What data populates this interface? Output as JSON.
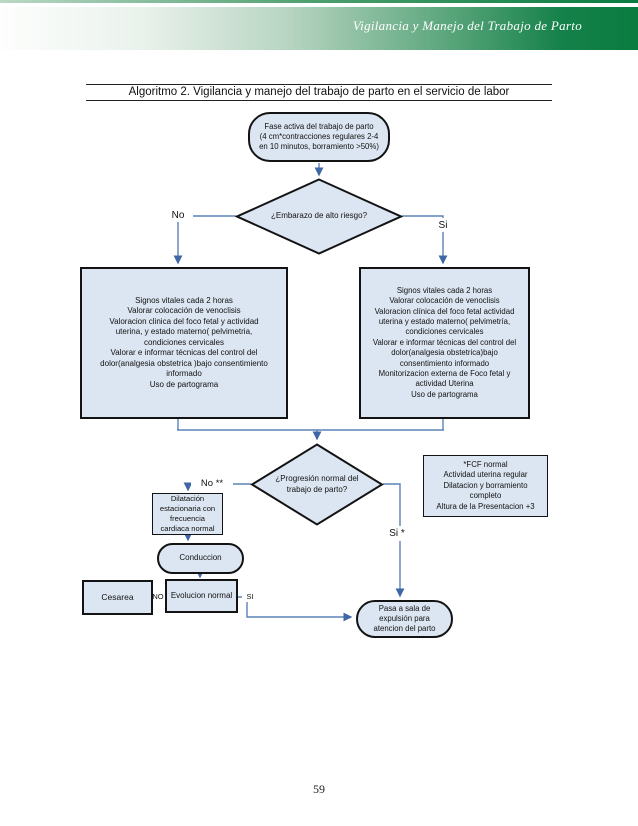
{
  "header": {
    "doc_title": "Vigilancia y Manejo del Trabajo de Parto"
  },
  "algorithm": {
    "title": "Algoritmo 2. Vigilancia y manejo del trabajo de parto en el servicio de labor"
  },
  "flow": {
    "start": "Fase activa del trabajo de parto\n(4 cm*contracciones regulares 2-4\nen 10 minutos, borramiento >50%)",
    "decision_high_risk": "¿Embarazo de alto riesgo?",
    "no_label": "No",
    "si_label": "Si",
    "left_care": "Signos vitales cada 2 horas\nValorar colocación de venoclisis\nValoracion clinica del foco fetal y actividad\nuterina, y estado materno( pelvimetria,\ncondiciones cervicales\nValorar e informar técnicas del control del\ndolor(analgesia obstetrica )bajo consentimiento\ninformado\nUso de partograma",
    "right_care": "Signos vitales cada 2 horas\nValorar colocación de venoclisis\nValoracion clínica del foco fetal actividad\nuterina y estado materno( pelvimetría,\ncondiciones cervicales\nValorar e informar técnicas del control del\ndolor(analgesia obstetrica)bajo\nconsentimiento informado\nMonitorizacion externa de Foco fetal y\nactividad Uterina\nUso de partograma",
    "decision_progress": "¿Progresión normal del\ntrabajo de parto?",
    "no2_label": "No **",
    "si2_label": "Si *",
    "fcf_note": "*FCF normal\nActividad uterina regular\nDilatacion y borramiento\ncompleto\nAltura de la Presentacion +3",
    "stationary_dilation": "Dilatación\nestacionaria con\nfrecuencia\ncardiaca normal",
    "conduction": "Conduccion",
    "cesarea": "Cesarea",
    "normal_evolution": "Evolucion normal",
    "no3_label": "NO",
    "si3_label": "SI",
    "delivery_room": "Pasa a sala de\nexpulsión para\natencion del parto"
  },
  "footer": {
    "page_number": "59"
  },
  "colors": {
    "header_green": "#0a7c40",
    "node_fill": "#dce6f2",
    "node_border": "#131313",
    "connector_blue": "#5b82b8"
  }
}
